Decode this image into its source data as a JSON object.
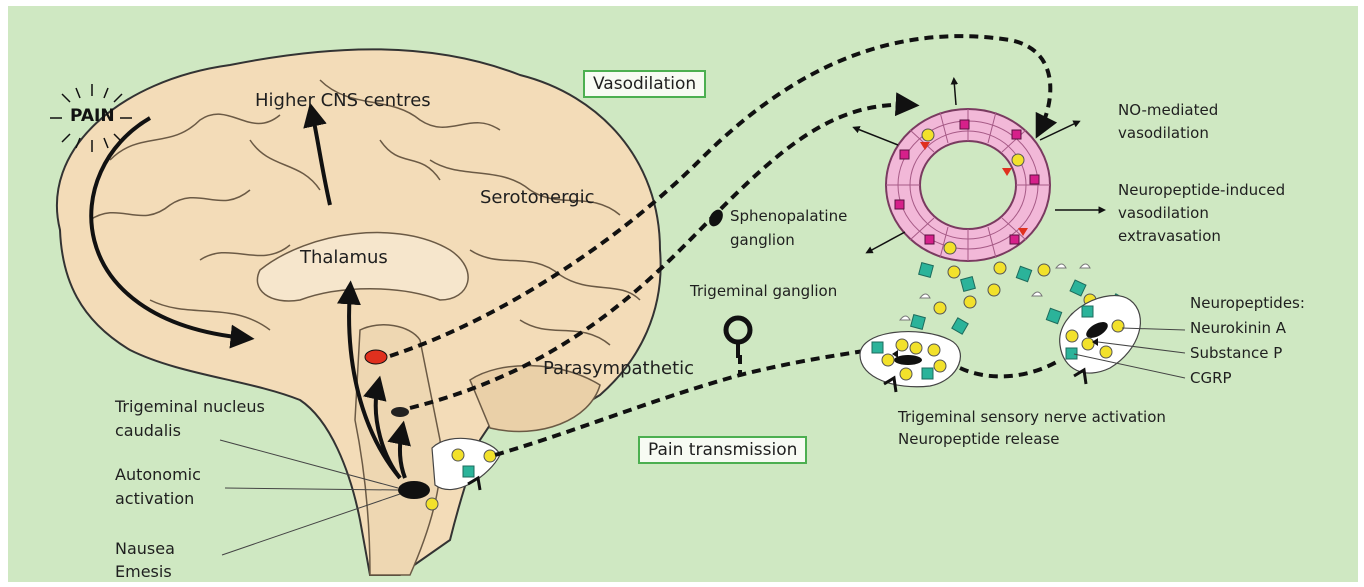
{
  "diagram": {
    "pain_label": "PAIN",
    "higher_cns": "Higher CNS centres",
    "thalamus": "Thalamus",
    "serotonergic": "Serotonergic",
    "parasympathetic": "Parasympathetic",
    "sphenopalatine_1": "Sphenopalatine",
    "sphenopalatine_2": "ganglion",
    "trigeminal_ganglion": "Trigeminal ganglion",
    "vasodilation_box": "Vasodilation",
    "pain_transmission_box": "Pain transmission",
    "no_mediated_1": "NO-mediated",
    "no_mediated_2": "vasodilation",
    "neuropeptide_induced_1": "Neuropeptide-induced",
    "neuropeptide_induced_2": "vasodilation",
    "neuropeptide_induced_3": "extravasation",
    "neuropeptides_title": "Neuropeptides:",
    "neurokinin": "Neurokinin A",
    "substance_p": "Substance P",
    "cgrp": "CGRP",
    "activation_1": "Trigeminal sensory nerve activation",
    "activation_2": "Neuropeptide release",
    "tnc_1": "Trigeminal nucleus",
    "tnc_2": "caudalis",
    "autonomic_1": "Autonomic",
    "autonomic_2": "activation",
    "nausea": "Nausea",
    "emesis": "Emesis"
  },
  "colors": {
    "background": "#cfe8c2",
    "brain": "#f3dcb8",
    "vessel": "#f2b8d8",
    "box_border": "#4caf50",
    "teal": "#2bb39a",
    "yellow": "#f2e12b",
    "red_nucleus": "#e0301e"
  },
  "icons": [
    "starburst-icon",
    "arrow-icon",
    "neuron-icon",
    "ganglion-icon"
  ]
}
